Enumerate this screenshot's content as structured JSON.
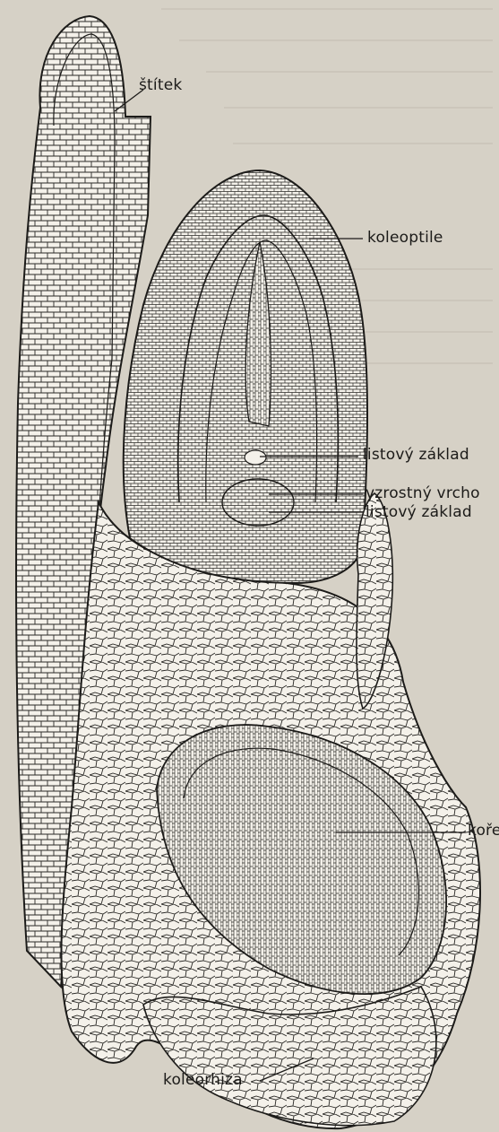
{
  "figure": {
    "labels": {
      "stitek": "štítek",
      "koleoptile": "koleoptile",
      "listovy_zaklad_1": "listový základ",
      "vzrostny_vrchol": "vzrostný vrcho",
      "listovy_zaklad_2": "listový základ",
      "koren": "kořen",
      "koleorhiza": "koleorhiza"
    }
  },
  "colors": {
    "paper": "#d6d1c6",
    "cells": "#f4f1ea",
    "ink": "#1c1b19"
  }
}
